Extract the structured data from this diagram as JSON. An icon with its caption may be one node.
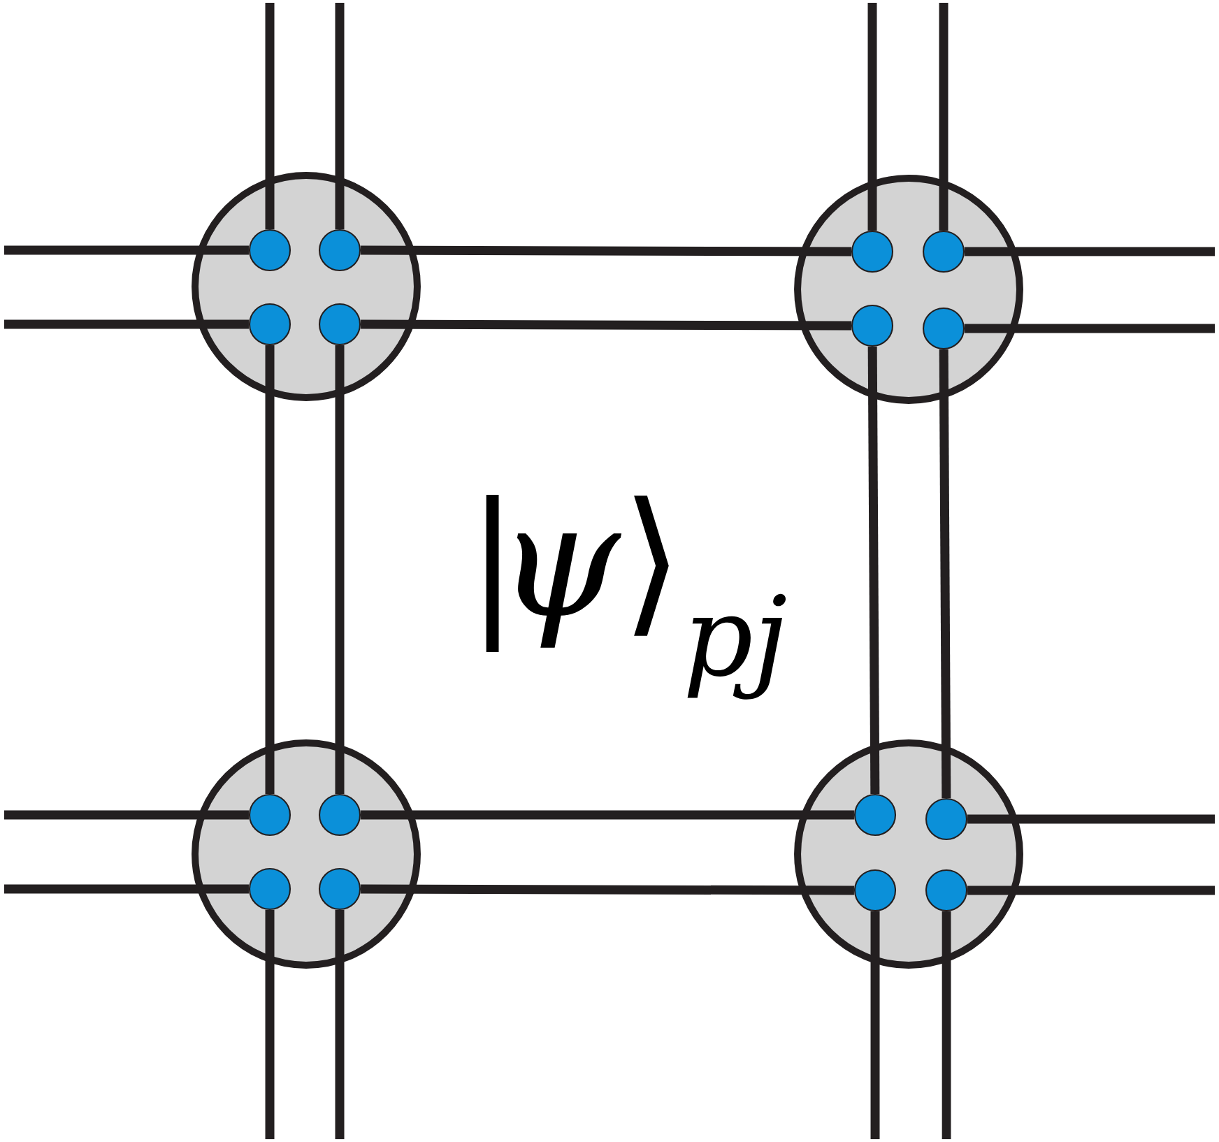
{
  "diagram": {
    "nodes": [
      {
        "text": [],
        "shape": "circle"
      },
      {
        "text": [],
        "shape": "circle",
        "in": 0
      },
      {
        "text": [],
        "shape": "circle",
        "in": 0
      },
      {
        "text": [],
        "shape": "circle",
        "in": 0
      },
      {
        "text": [],
        "shape": "circle",
        "in": 0
      },
      {
        "text": [],
        "shape": "circle"
      },
      {
        "text": [],
        "shape": "circle",
        "in": 5
      },
      {
        "text": [],
        "shape": "circle",
        "in": 5
      },
      {
        "text": [],
        "shape": "circle",
        "in": 5
      },
      {
        "text": [],
        "shape": "circle",
        "in": 5
      },
      {
        "text": [],
        "shape": "circle"
      },
      {
        "text": [],
        "shape": "circle",
        "in": 10
      },
      {
        "text": [],
        "shape": "circle",
        "in": 10
      },
      {
        "text": [],
        "shape": "circle",
        "in": 10
      },
      {
        "text": [],
        "shape": "circle",
        "in": 10
      },
      {
        "text": [],
        "shape": "circle"
      },
      {
        "text": [],
        "shape": "circle",
        "in": 15
      },
      {
        "text": [],
        "shape": "circle",
        "in": 15
      },
      {
        "text": [],
        "shape": "circle",
        "in": 15
      },
      {
        "text": [],
        "shape": "circle",
        "in": 15
      }
    ],
    "edges": [
      {
        "from": 2,
        "to": 6,
        "arrow": "none"
      },
      {
        "from": 4,
        "to": 8,
        "arrow": "none"
      },
      {
        "from": 3,
        "to": 11,
        "arrow": "none"
      },
      {
        "from": 4,
        "to": 12,
        "arrow": "none"
      },
      {
        "from": 8,
        "to": 16,
        "arrow": "none"
      },
      {
        "from": 9,
        "to": 17,
        "arrow": "none"
      },
      {
        "from": 12,
        "to": 16,
        "arrow": "none"
      },
      {
        "from": 14,
        "to": 18,
        "arrow": "none"
      },
      {
        "from": 1,
        "to": null,
        "arrow": "none"
      },
      {
        "from": 1,
        "to": null,
        "arrow": "none"
      },
      {
        "from": 2,
        "to": null,
        "arrow": "none"
      },
      {
        "from": 3,
        "to": null,
        "arrow": "none"
      },
      {
        "from": 6,
        "to": null,
        "arrow": "none"
      },
      {
        "from": 7,
        "to": null,
        "arrow": "none"
      },
      {
        "from": 7,
        "to": null,
        "arrow": "none"
      },
      {
        "from": 9,
        "to": null,
        "arrow": "none"
      },
      {
        "from": 11,
        "to": null,
        "arrow": "none"
      },
      {
        "from": 13,
        "to": null,
        "arrow": "none"
      },
      {
        "from": 13,
        "to": null,
        "arrow": "none"
      },
      {
        "from": 14,
        "to": null,
        "arrow": "none"
      },
      {
        "from": 17,
        "to": null,
        "arrow": "none"
      },
      {
        "from": 18,
        "to": null,
        "arrow": "none"
      },
      {
        "from": 19,
        "to": null,
        "arrow": "none"
      },
      {
        "from": 19,
        "to": null,
        "arrow": "none"
      }
    ],
    "labels": [
      "|*ψ*⟩$_{pj}$"
    ]
  }
}
